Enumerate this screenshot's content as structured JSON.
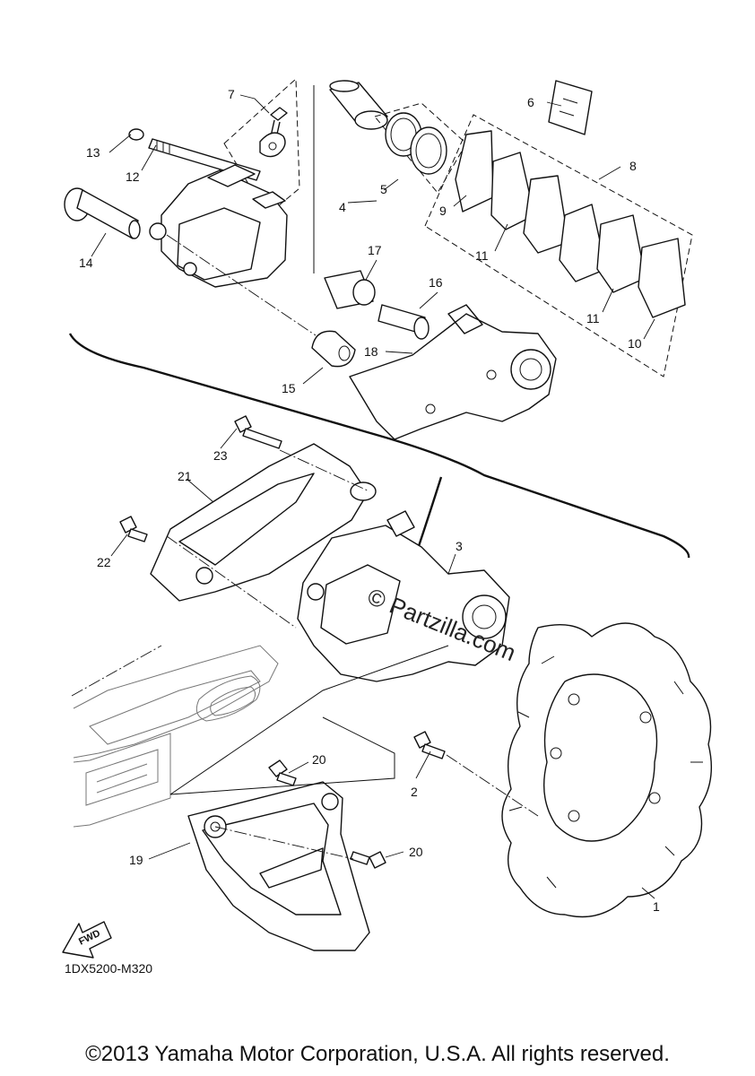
{
  "diagram": {
    "callouts": [
      "1",
      "2",
      "3",
      "4",
      "5",
      "6",
      "7",
      "8",
      "9",
      "10",
      "11",
      "11",
      "12",
      "13",
      "14",
      "15",
      "16",
      "17",
      "18",
      "19",
      "20",
      "20",
      "21",
      "22",
      "23"
    ],
    "watermark": "© Partzilla.com",
    "fwd_label": "FWD",
    "reference_code": "1DX5200-M320",
    "copyright": "©2013 Yamaha Motor Corporation, U.S.A. All rights reserved."
  }
}
